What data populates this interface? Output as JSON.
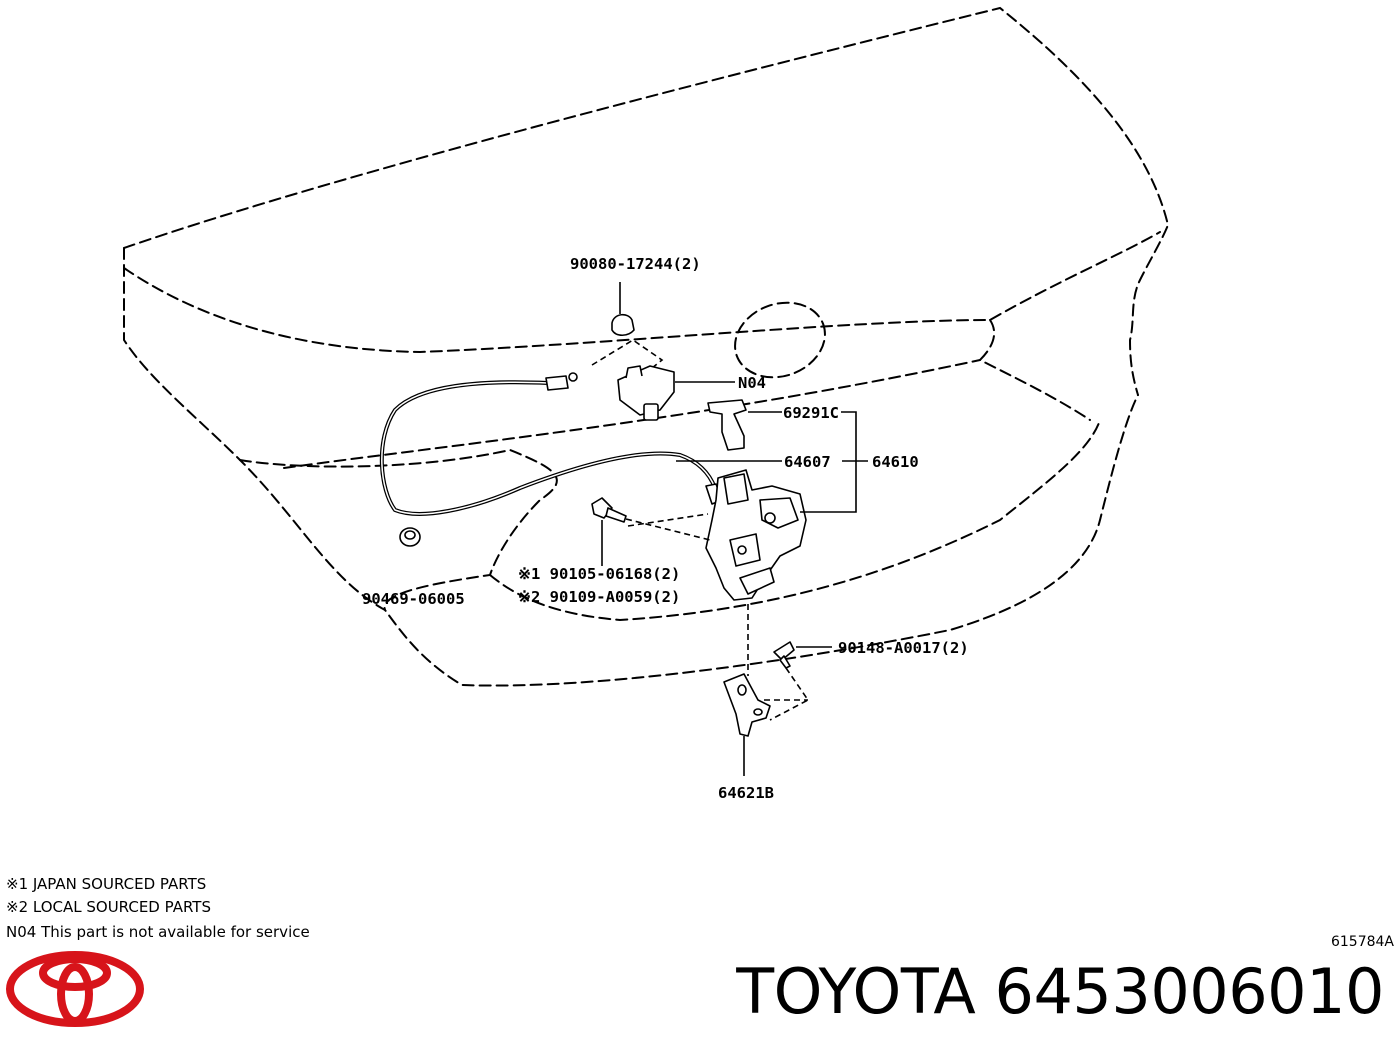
{
  "callouts": {
    "p90080": "90080-17244(2)",
    "n04": "N04",
    "p69291c": "69291C",
    "p64607": "64607",
    "p64610": "64610",
    "p90105": "※1 90105-06168(2)",
    "p90109": "※2 90109-A0059(2)",
    "p90469": "90469-06005",
    "p90148": "90148-A0017(2)",
    "p64621b": "64621B"
  },
  "notes": {
    "note1": "※1 JAPAN SOURCED PARTS",
    "note2": "※2 LOCAL SOURCED PARTS",
    "note3": "N04  This part is not available for service"
  },
  "reference_code": "615784A",
  "brand": {
    "name": "TOYOTA",
    "part_number": "6453006010",
    "logo_color": "#d7141a"
  }
}
